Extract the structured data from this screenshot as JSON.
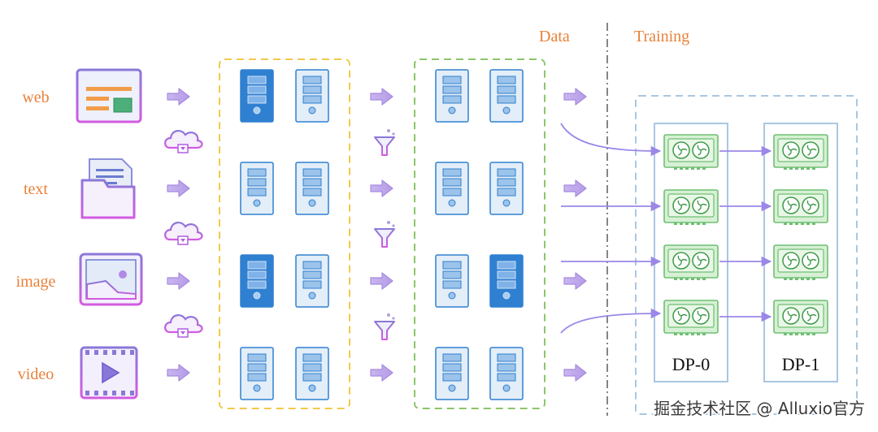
{
  "headers": {
    "data": "Data",
    "training": "Training"
  },
  "sources": [
    {
      "label": "web",
      "icon": "web-page-icon"
    },
    {
      "label": "text",
      "icon": "document-folder-icon"
    },
    {
      "label": "image",
      "icon": "image-icon"
    },
    {
      "label": "video",
      "icon": "video-icon"
    }
  ],
  "groups": {
    "dp0": "DP-0",
    "dp1": "DP-1"
  },
  "watermark": "掘金技术社区 @ Alluxio官方",
  "colors": {
    "label_orange": "#e8823a",
    "yellow_box": "#f2c94c",
    "green_box": "#8cc66a",
    "blue_box": "#a9c7e2",
    "arrow_purple": "#b39ddb",
    "line_purple": "#9b87e8",
    "server_blue": "#2f80d1",
    "server_light": "#e3eef8",
    "gpu_green": "#6fbf73",
    "gpu_fill": "#d7f0d5",
    "icon_purple": "#b05ee6"
  }
}
